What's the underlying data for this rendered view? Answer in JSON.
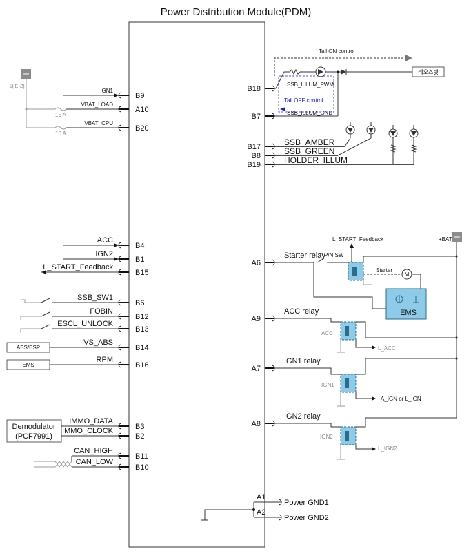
{
  "title": "Power Distribution Module(PDM)",
  "left": {
    "battery_label": "배터리",
    "fuse_15a": "15 A",
    "fuse_10a": "10 A",
    "pins": [
      {
        "signal": "IGN1",
        "pin": "B9"
      },
      {
        "signal": "VBAT_LOAD",
        "pin": "A10"
      },
      {
        "signal": "VBAT_CPU",
        "pin": "B20"
      },
      {
        "signal": "ACC",
        "pin": "B4"
      },
      {
        "signal": "IGN2",
        "pin": "B1"
      },
      {
        "signal": "L_START_Feedback",
        "pin": "B15"
      },
      {
        "signal": "SSB_SW1",
        "pin": "B6"
      },
      {
        "signal": "FOBIN",
        "pin": "B12"
      },
      {
        "signal": "ESCL_UNLOCK",
        "pin": "B13"
      },
      {
        "signal": "VS_ABS",
        "pin": "B14"
      },
      {
        "signal": "RPM",
        "pin": "B16"
      },
      {
        "signal": "IMMO_DATA",
        "pin": "B3"
      },
      {
        "signal": "IMMO_CLOCK",
        "pin": "B2"
      },
      {
        "signal": "CAN_HIGH",
        "pin": "B11"
      },
      {
        "signal": "CAN_LOW",
        "pin": "B10"
      }
    ],
    "abs_box": "ABS/ESP",
    "ems_box": "EMS",
    "demod_line1": "Demodulator",
    "demod_line2": "(PCF7991)"
  },
  "right": {
    "tail_on": "Tail ON control",
    "tail_off": "Tail OFF control",
    "korean_box": "레오스탯",
    "ssb_illum_pwm": "SSB_ILLUM_PWM",
    "ssb_illum_gnd": "SSB_ILLUM_GND",
    "pins_top": [
      {
        "pin": "B18"
      },
      {
        "pin": "B7"
      },
      {
        "pin": "B17",
        "signal": "SSB_AMBER"
      },
      {
        "pin": "B8",
        "signal": "SSB_GREEN"
      },
      {
        "pin": "B19",
        "signal": "HOLDER_ILLUM"
      }
    ],
    "relays": [
      {
        "pin": "A6",
        "label": "Starter relay"
      },
      {
        "pin": "A9",
        "label": "ACC relay",
        "coil": "ACC",
        "out": "L_ACC"
      },
      {
        "pin": "A7",
        "label": "IGN1 relay",
        "coil": "IGN1",
        "out": "A_IGN or L_IGN"
      },
      {
        "pin": "A8",
        "label": "IGN2 relay",
        "coil": "IGN2",
        "out": "L_IGN2"
      }
    ],
    "l_start_feedback": "L_START_Feedback",
    "bat_label": "+BAT",
    "pn_sw": "P/N SW",
    "starter": "Starter",
    "ems": "EMS",
    "gnd": [
      {
        "pin": "A1",
        "label": "Power GND1"
      },
      {
        "pin": "A2",
        "label": "Power GND2"
      }
    ]
  }
}
